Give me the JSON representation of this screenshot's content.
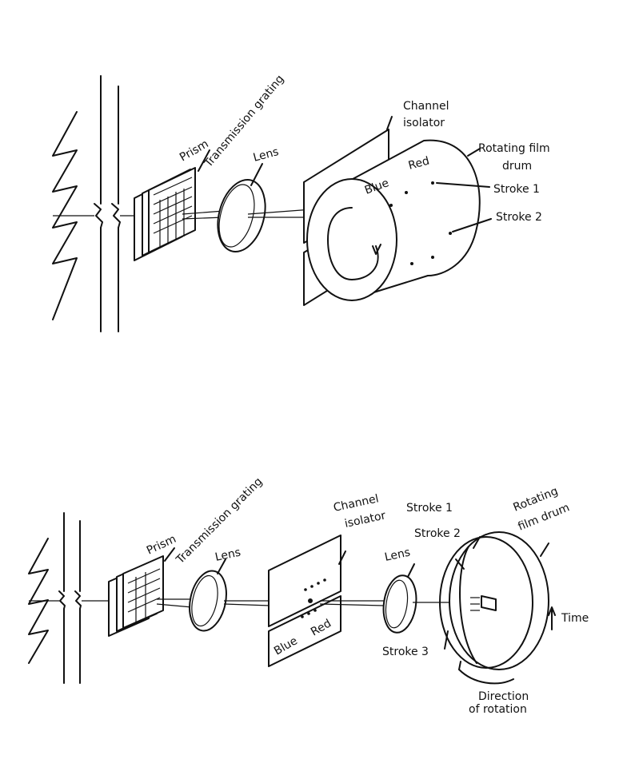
{
  "diagram_top": {
    "labels": {
      "prism": "Prism",
      "grating": "Transmission grating",
      "lens": "Lens",
      "channel_isolator_line1": "Channel",
      "channel_isolator_line2": "isolator",
      "film_drum_line1": "Rotating film",
      "film_drum_line2": "drum",
      "blue": "Blue",
      "red": "Red",
      "stroke1": "Stroke 1",
      "stroke2": "Stroke 2"
    }
  },
  "diagram_bottom": {
    "labels": {
      "prism": "Prism",
      "grating": "Transmission grating",
      "lens1": "Lens",
      "channel_isolator_line1": "Channel",
      "channel_isolator_line2": "isolator",
      "lens2": "Lens",
      "stroke1": "Stroke 1",
      "stroke2": "Stroke 2",
      "stroke3": "Stroke 3",
      "film_drum_line1": "Rotating",
      "film_drum_line2": "film drum",
      "time": "Time",
      "direction_line1": "Direction",
      "direction_line2": "of rotation",
      "blue": "Blue",
      "red": "Red"
    }
  }
}
